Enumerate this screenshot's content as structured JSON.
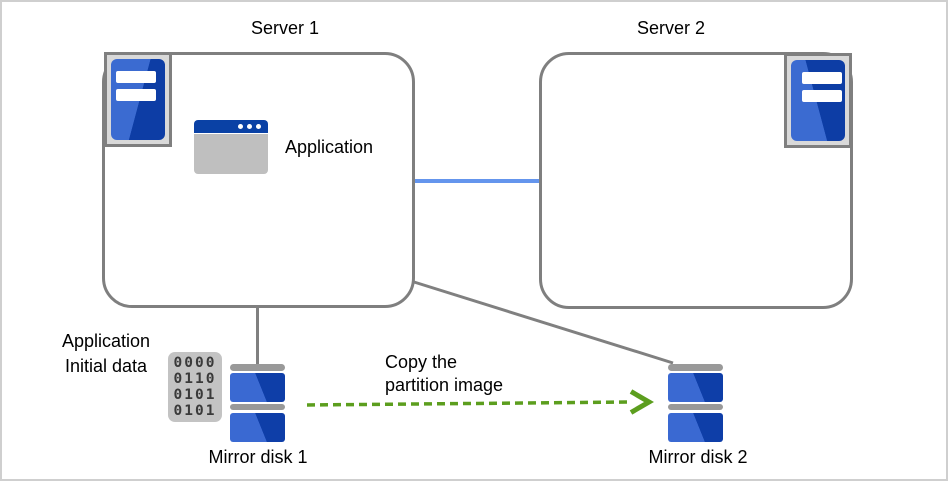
{
  "server1": {
    "label": "Server 1"
  },
  "server2": {
    "label": "Server 2"
  },
  "application": {
    "label": "Application"
  },
  "initial_data": {
    "line1": "Application",
    "line2": "Initial data"
  },
  "binary_icon": {
    "rows": [
      "0000",
      "0110",
      "0101",
      "0101"
    ]
  },
  "copy_arrow": {
    "line1": "Copy the",
    "line2": "partition image"
  },
  "mirror_disk1": {
    "label": "Mirror disk 1"
  },
  "mirror_disk2": {
    "label": "Mirror disk 2"
  },
  "colors": {
    "box_border_gray": "#7f7f7f",
    "icon_frame_fill": "#d9d9d9",
    "blue_light": "#3b6bd1",
    "blue_dark": "#0d3da5",
    "app_titlebar_blue": "#0a41a5",
    "app_body_gray": "#bfbfbf",
    "binary_bg_gray": "#c3c3c3",
    "disk_bar_gray": "#999999",
    "network_line_blue": "#6495ed",
    "connector_gray": "#808080",
    "arrow_green": "#5c9e1e"
  }
}
